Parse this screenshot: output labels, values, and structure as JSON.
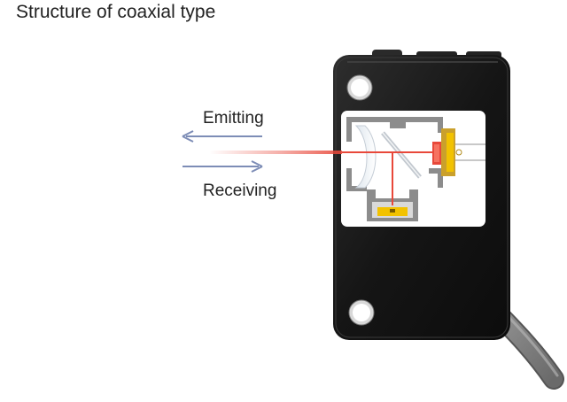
{
  "title": "Structure of coaxial type",
  "labels": {
    "emitting": "Emitting",
    "receiving": "Receiving"
  },
  "icons": {
    "emit_arrow": "arrow-left-icon",
    "receive_arrow": "arrow-right-icon"
  },
  "colors": {
    "arrow": "#7d8db6",
    "beam": "#e8483a",
    "sensor_body": "#1c1c1c",
    "receiver_element": "#f2c200"
  }
}
